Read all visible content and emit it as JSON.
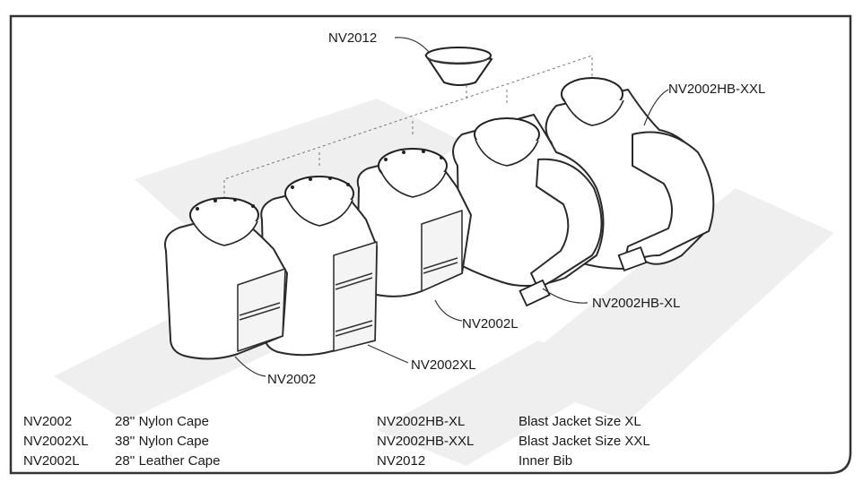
{
  "callouts": {
    "inner_bib": "NV2012",
    "jacket_xxl": "NV2002HB-XXL",
    "jacket_xl": "NV2002HB-XL",
    "leather_cape": "NV2002L",
    "nylon_38": "NV2002XL",
    "nylon_28": "NV2002"
  },
  "legend": {
    "left": [
      {
        "code": "NV2002",
        "desc": "28'' Nylon Cape"
      },
      {
        "code": "NV2002XL",
        "desc": "38'' Nylon Cape"
      },
      {
        "code": "NV2002L",
        "desc": "28'' Leather Cape"
      }
    ],
    "right": [
      {
        "code": "NV2002HB-XL",
        "desc": "Blast Jacket Size XL"
      },
      {
        "code": "NV2002HB-XXL",
        "desc": "Blast Jacket Size XXL"
      },
      {
        "code": "NV2012",
        "desc": "Inner Bib"
      }
    ]
  },
  "colors": {
    "frame": "#333333",
    "background_pattern": "#eeeeee",
    "ink": "#1a1a1a"
  }
}
